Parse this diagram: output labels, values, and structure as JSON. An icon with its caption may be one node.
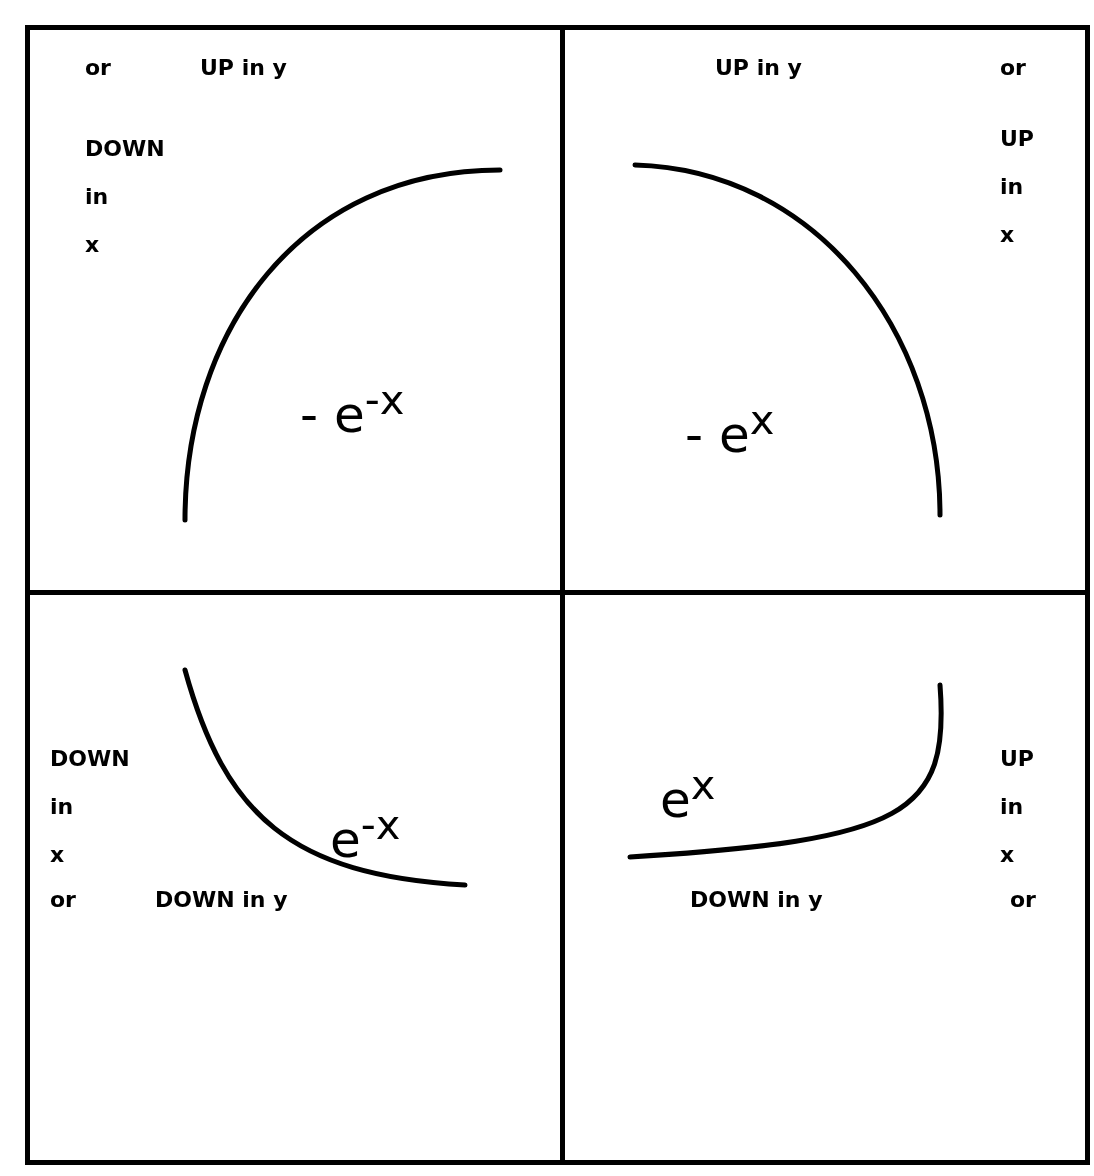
{
  "diagram": {
    "nodes": [
      {
        "text": [
          "or",
          "UP in y",
          "DOWN in x",
          "- e$^{-x}$"
        ]
      },
      {
        "text": [
          "UP in y",
          "or",
          "UP in x",
          "- e$^{x}$"
        ]
      },
      {
        "text": [
          "DOWN in x",
          "e$^{-x}$",
          "or",
          "DOWN in y"
        ]
      },
      {
        "text": [
          "UP in x",
          "e$^{x}$",
          "DOWN in y",
          "or"
        ]
      }
    ]
  }
}
